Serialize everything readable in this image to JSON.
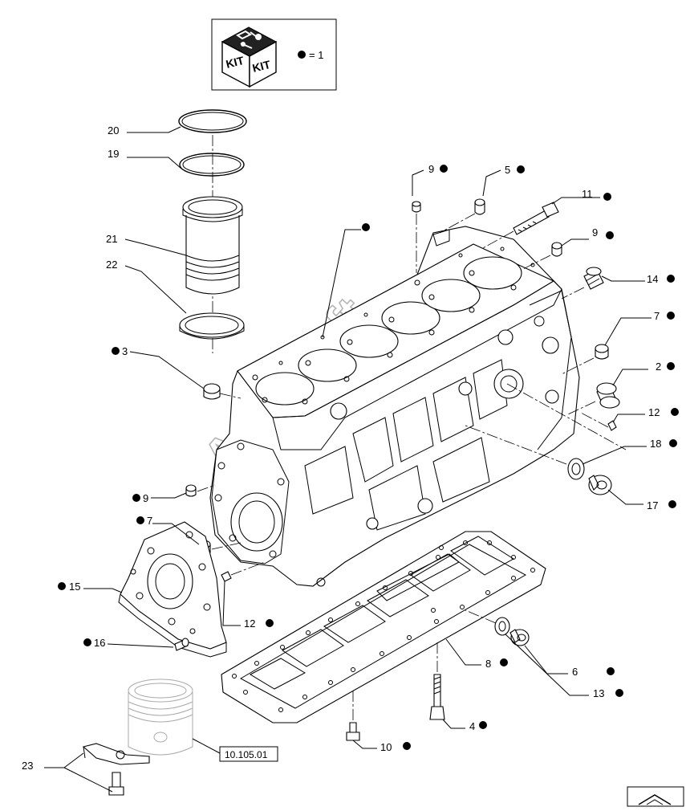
{
  "legend": {
    "kit_label_left": "KIT",
    "kit_label_right": "KIT",
    "bullet_meaning": "= 1"
  },
  "watermark": "AutoSoft",
  "reference_box": "10.105.01",
  "callouts": [
    {
      "id": "c20",
      "label": "20",
      "dot": false
    },
    {
      "id": "c19",
      "label": "19",
      "dot": false
    },
    {
      "id": "c21",
      "label": "21",
      "dot": false
    },
    {
      "id": "c22",
      "label": "22",
      "dot": false
    },
    {
      "id": "c3",
      "label": "3",
      "dot": true
    },
    {
      "id": "c9a",
      "label": "9",
      "dot": true
    },
    {
      "id": "c5",
      "label": "5",
      "dot": true
    },
    {
      "id": "c11",
      "label": "11",
      "dot": true
    },
    {
      "id": "c9b",
      "label": "9",
      "dot": true
    },
    {
      "id": "c14",
      "label": "14",
      "dot": true
    },
    {
      "id": "c7a",
      "label": "7",
      "dot": true
    },
    {
      "id": "c2",
      "label": "2",
      "dot": true
    },
    {
      "id": "c12a",
      "label": "12",
      "dot": true
    },
    {
      "id": "c18",
      "label": "18",
      "dot": true
    },
    {
      "id": "c17",
      "label": "17",
      "dot": true
    },
    {
      "id": "c9c",
      "label": "9",
      "dot": true
    },
    {
      "id": "c7b",
      "label": "7",
      "dot": true
    },
    {
      "id": "c15",
      "label": "15",
      "dot": true
    },
    {
      "id": "c12b",
      "label": "12",
      "dot": true
    },
    {
      "id": "c16",
      "label": "16",
      "dot": true
    },
    {
      "id": "c8",
      "label": "8",
      "dot": true
    },
    {
      "id": "c6",
      "label": "6",
      "dot": true
    },
    {
      "id": "c13",
      "label": "13",
      "dot": true
    },
    {
      "id": "c4",
      "label": "4",
      "dot": true
    },
    {
      "id": "c10",
      "label": "10",
      "dot": true
    },
    {
      "id": "c23",
      "label": "23",
      "dot": false
    }
  ]
}
